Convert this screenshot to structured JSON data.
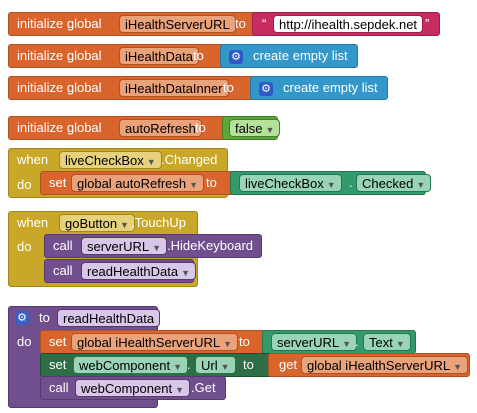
{
  "blocks": {
    "server_url_var": {
      "keyword": "initialize global",
      "name": "iHealthServerURL",
      "to": "to",
      "open_quote": "“",
      "value": "http://ihealth.sepdek.net",
      "close_quote": "”"
    },
    "data_var": {
      "keyword": "initialize global",
      "name": "iHealthData",
      "to": "to",
      "value": "create empty list"
    },
    "data_inner_var": {
      "keyword": "initialize global",
      "name": "iHealthDataInner",
      "to": "to",
      "value": "create empty list"
    },
    "auto_refresh_var": {
      "keyword": "initialize global",
      "name": "autoRefresh",
      "to": "to",
      "value": "false"
    },
    "live_checkbox_changed": {
      "when": "when",
      "component": "liveCheckBox",
      "event": ".Changed",
      "do": "do",
      "set": "set",
      "variable": "global autoRefresh",
      "to": "to",
      "source_component": "liveCheckBox",
      "dot": ".",
      "property": "Checked"
    },
    "go_button_touchup": {
      "when": "when",
      "component": "goButton",
      "event": ".TouchUp",
      "do": "do",
      "call1": "call",
      "call1_component": "serverURL",
      "call1_method": ".HideKeyboard",
      "call2": "call",
      "call2_procedure": "readHealthData"
    },
    "read_health_data_proc": {
      "to": "to",
      "name": "readHealthData",
      "do": "do",
      "stmt1_set": "set",
      "stmt1_variable": "global iHealthServerURL",
      "stmt1_to": "to",
      "stmt1_component": "serverURL",
      "stmt1_dot": ".",
      "stmt1_property": "Text",
      "stmt2_set": "set",
      "stmt2_component": "webComponent",
      "stmt2_dot": ".",
      "stmt2_property": "Url",
      "stmt2_to": "to",
      "stmt2_get": "get",
      "stmt2_variable": "global iHealthServerURL",
      "stmt3_call": "call",
      "stmt3_component": "webComponent",
      "stmt3_method": ".Get"
    }
  },
  "icons": {
    "gear": "gear-icon",
    "dropdown": "dropdown-arrow-icon"
  },
  "colors": {
    "variables": "#d9652c",
    "text": "#c72c62",
    "lists": "#3398c9",
    "events": "#c9a829",
    "procedures": "#714f8e",
    "components_set": "#34996b",
    "logic": "#5ba838"
  }
}
